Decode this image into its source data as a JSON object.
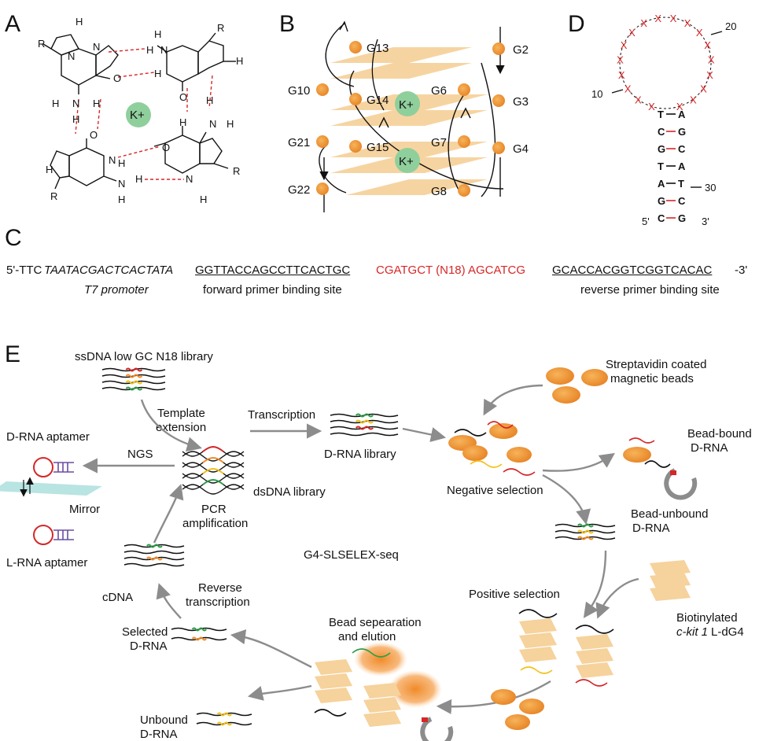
{
  "panels": {
    "a": "A",
    "b": "B",
    "c": "C",
    "d": "D",
    "e": "E"
  },
  "panel_a": {
    "atoms": {
      "R": "R",
      "H": "H",
      "N": "N",
      "O": "O"
    },
    "ion": "K+"
  },
  "panel_b": {
    "guanines": [
      "G13",
      "G2",
      "G10",
      "G14",
      "G6",
      "G3",
      "G21",
      "G15",
      "G7",
      "G4",
      "G22",
      "G8"
    ],
    "ions": [
      "K+",
      "K+"
    ]
  },
  "panel_c": {
    "prefix": "5'-TTC",
    "t7": "TAATACGACTCACTATA",
    "forward": "GGTTACCAGCCTTCACTGC",
    "random": "CGATGCT (N18) AGCATCG",
    "reverse": "GCACCACGGTCGGTCACAC",
    "suffix": "-3'",
    "t7_label": "T7 promoter",
    "forward_label": "forward primer binding site",
    "reverse_label": "reverse primer binding site"
  },
  "panel_d": {
    "loop_symbol": "X",
    "num10": "10",
    "num20": "20",
    "num30": "30",
    "five_prime": "5'",
    "three_prime": "3'",
    "stem_left": [
      "T",
      "C",
      "G",
      "T",
      "A",
      "G",
      "C"
    ],
    "stem_right": [
      "A",
      "G",
      "C",
      "A",
      "T",
      "C",
      "G"
    ]
  },
  "panel_e": {
    "library": "ssDNA low GC N18 library",
    "template_ext_1": "Template",
    "template_ext_2": "extension",
    "transcription": "Transcription",
    "drna_library": "D-RNA library",
    "strep_1": "Streptavidin coated",
    "strep_2": "magnetic beads",
    "bead_bound_1": "Bead-bound",
    "bead_bound_2": "D-RNA",
    "negative": "Negative selection",
    "bead_unbound_1": "Bead-unbound",
    "bead_unbound_2": "D-RNA",
    "d_aptamer": "D-RNA aptamer",
    "ngs": "NGS",
    "dsdna": "dsDNA library",
    "mirror": "Mirror",
    "pcr_1": "PCR",
    "pcr_2": "amplification",
    "l_aptamer": "L-RNA aptamer",
    "center": "G4-SLSELEX-seq",
    "cdna": "cDNA",
    "rt_1": "Reverse",
    "rt_2": "transcription",
    "positive": "Positive selection",
    "biotin_1": "Biotinylated",
    "biotin_2a": "c-kit 1",
    "biotin_2b": " L-dG4",
    "bead_sep_1": "Bead sepearation",
    "bead_sep_2": "and elution",
    "selected_1": "Selected",
    "selected_2": "D-RNA",
    "unbound_1": "Unbound",
    "unbound_2": "D-RNA"
  },
  "colors": {
    "red": "#d62728",
    "orange": "#f28c28",
    "green": "#2e9e4a",
    "yellow": "#f2c21b",
    "arrow": "#8c8c8c",
    "k_ion": "#8fcf9c",
    "sheet": "#f6d29c"
  }
}
